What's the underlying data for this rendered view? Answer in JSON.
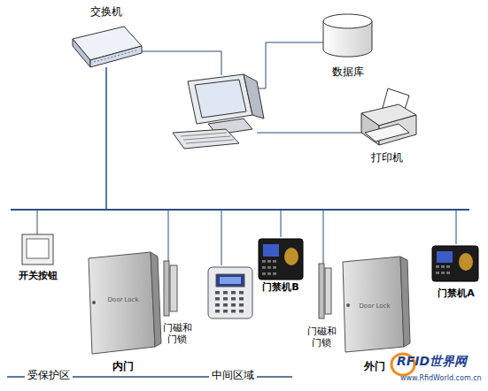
{
  "diagram": {
    "nodes": [
      {
        "text": [
          "交换机"
        ]
      },
      {
        "text": [
          "数据库"
        ]
      },
      {
        "text": [
          "打印机"
        ]
      },
      {
        "text": [
          "开关按钮"
        ]
      },
      {
        "text": [
          "Door Lock",
          "内门"
        ]
      },
      {
        "text": [
          "门磁和 门锁"
        ]
      },
      {
        "text": [
          "门禁机B"
        ]
      },
      {
        "text": [
          "门磁和 门锁"
        ]
      },
      {
        "text": [
          "Door Lock",
          "外门"
        ]
      },
      {
        "text": [
          "门禁机A"
        ]
      }
    ],
    "edges": [
      {
        "from": 0,
        "to": 6,
        "arrow": "none"
      },
      {
        "from": 0,
        "to": 9,
        "arrow": "none"
      }
    ],
    "labels": [
      "受保护区",
      "中间区域",
      "RFID世界网",
      "www.RfidWorld.com.cn"
    ]
  }
}
